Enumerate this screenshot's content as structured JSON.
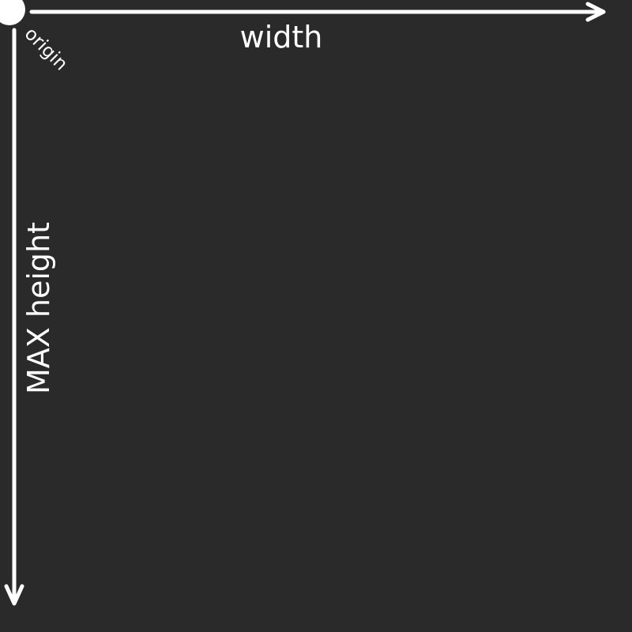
{
  "colors": {
    "background": "#2a2a2a",
    "foreground": "#ffffff"
  },
  "labels": {
    "width": "width",
    "height": "MAX height",
    "origin": "origin"
  }
}
